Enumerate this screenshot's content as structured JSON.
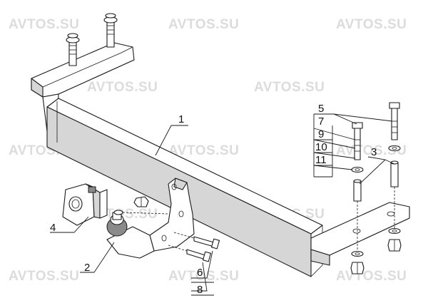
{
  "watermark": "AVTOS.SU",
  "callouts": {
    "beam": "1",
    "ball": "2",
    "spacer": "3",
    "socket_plate": "4",
    "bolt_group_a": "5",
    "bolt_group_b": "6",
    "washer_a": "7",
    "washer_b": "8",
    "washer_c": "9",
    "nut_a": "10",
    "nut_b": "11"
  }
}
